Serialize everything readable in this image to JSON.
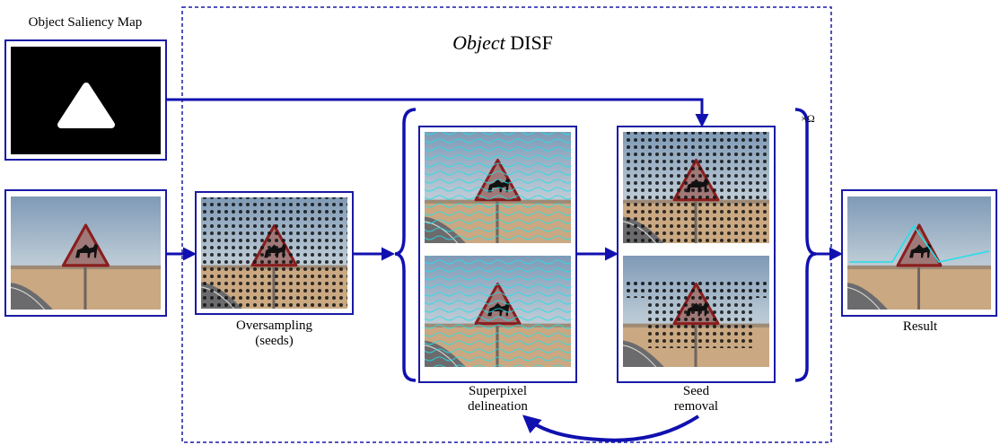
{
  "saliency": {
    "title": "Object Saliency Map"
  },
  "region": {
    "title_italic": "Object",
    "title_rest": " DISF"
  },
  "steps": {
    "oversampling": [
      "Oversampling",
      "(seeds)"
    ],
    "delineation": [
      "Superpixel",
      "delineation"
    ],
    "removal": [
      "Seed",
      "removal"
    ],
    "result": "Result"
  },
  "iteration": "×Ω",
  "colors": {
    "frame": "#1a1aa6",
    "arrow": "#1010b0",
    "boundary": "#22e0e8",
    "seed": "#111111"
  }
}
